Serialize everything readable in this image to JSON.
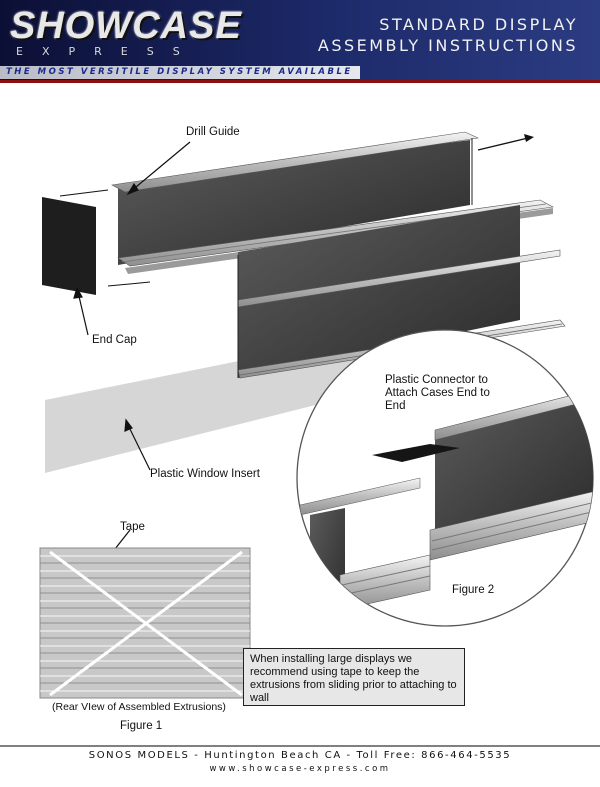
{
  "header": {
    "brand_name": "SHOWCASE",
    "brand_sub": "EXPRESS",
    "title_line1": "STANDARD DISPLAY",
    "title_line2": "ASSEMBLY INSTRUCTIONS",
    "tagline": "THE MOST VERSITILE DISPLAY SYSTEM AVAILABLE"
  },
  "labels": {
    "drill_guide": "Drill Guide",
    "end_cap": "End Cap",
    "plastic_window_insert": "Plastic Window Insert",
    "plastic_connector": "Plastic Connector to Attach Cases End to End",
    "tape": "Tape",
    "rear_view": "(Rear VIew of Assembled Extrusions)"
  },
  "figures": {
    "figure1": "Figure 1",
    "figure2": "Figure 2"
  },
  "note": "When installing large displays we recommend using tape to keep the extrusions from sliding prior to attaching to wall",
  "footer": {
    "line1": "SONOS MODELS - Huntington Beach CA - Toll Free: 866-464-5535",
    "line2": "www.showcase-express.com"
  }
}
